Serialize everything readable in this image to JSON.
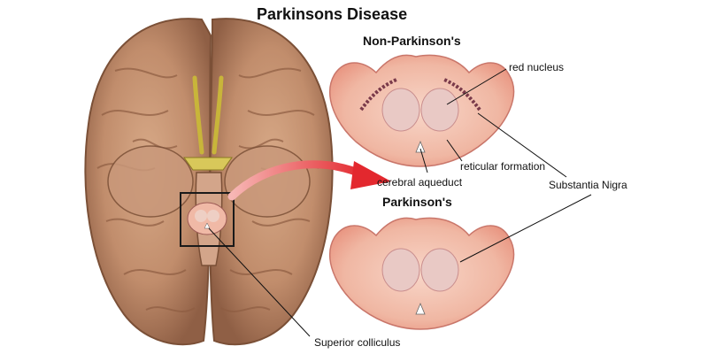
{
  "title": "Parkinsons Disease",
  "panels": {
    "normal": "Non-Parkinson's",
    "disease": "Parkinson's"
  },
  "labels": {
    "red_nucleus": "red nucleus",
    "reticular_formation": "reticular formation",
    "cerebral_aqueduct": "cerebral aqueduct",
    "substantia_nigra": "Substantia Nigra",
    "superior_colliculus": "Superior colliculus"
  },
  "colors": {
    "brain": "#c99674",
    "midbrain": "#f0b9a6",
    "nigra_dark": "#7a3a4a",
    "arrow": "#e3282e"
  }
}
